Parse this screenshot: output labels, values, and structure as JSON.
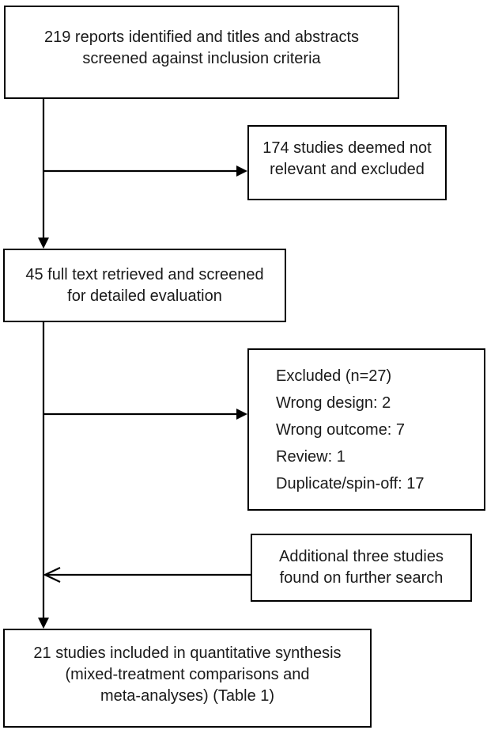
{
  "colors": {
    "background": "#ffffff",
    "line": "#000000",
    "text": "#1a1a1a"
  },
  "boxes": {
    "identified": {
      "line1": "219 reports identified and titles and abstracts",
      "line2": "screened against inclusion criteria"
    },
    "not_relevant": {
      "line1": "174 studies deemed not",
      "line2": "relevant and excluded"
    },
    "full_text": {
      "line1": "45 full text retrieved and screened",
      "line2": "for detailed evaluation"
    },
    "excluded": {
      "line1": "Excluded (n=27)",
      "line2": "Wrong design: 2",
      "line3": "Wrong outcome: 7",
      "line4": "Review: 1",
      "line5": "Duplicate/spin-off: 17"
    },
    "additional": {
      "line1": "Additional three studies",
      "line2": "found on further search"
    },
    "included": {
      "line1": "21 studies included in quantitative synthesis",
      "line2": "(mixed-treatment comparisons and",
      "line3": "meta-analyses) (Table 1)"
    }
  }
}
